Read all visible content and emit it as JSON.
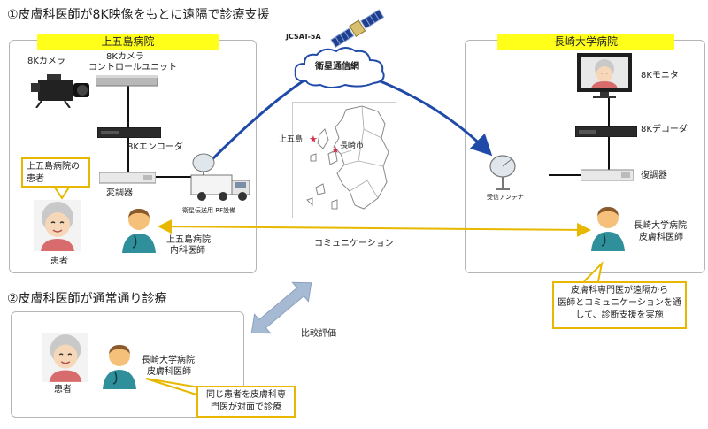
{
  "section1": {
    "title": "①皮膚科医師が8K映像をもとに遠隔で診療支援"
  },
  "section2": {
    "title": "②皮膚科医師が通常通り診療"
  },
  "left": {
    "hospital": "上五島病院",
    "camera": "8Kカメラ",
    "ccu_line1": "8Kカメラ",
    "ccu_line2": "コントロールユニット",
    "encoder": "8Kエンコーダ",
    "modulator": "変調器",
    "rf_equipment": "衛星伝送用 RF設備",
    "patient_callout_line1": "上五島病院の",
    "patient_callout_line2": "患者",
    "patient": "患者",
    "doctor_line1": "上五島病院",
    "doctor_line2": "内科医師"
  },
  "center": {
    "satellite": "JCSAT-5A",
    "network": "衛星通信網",
    "map_label1": "上五島",
    "map_label2": "長崎市",
    "communication": "コミュニケーション",
    "compare": "比較評価"
  },
  "right": {
    "hospital": "長崎大学病院",
    "monitor": "8Kモニタ",
    "decoder": "8Kデコーダ",
    "demodulator": "復調器",
    "antenna": "受信アンテナ",
    "doctor_line1": "長崎大学病院",
    "doctor_line2": "皮膚科医師",
    "callout_line1": "皮膚科専門医が遠隔から",
    "callout_line2": "医師とコミュニケーションを通",
    "callout_line3": "して、診断支援を実施"
  },
  "bottom": {
    "patient": "患者",
    "doctor_line1": "長崎大学病院",
    "doctor_line2": "皮膚科医師",
    "callout_line1": "同じ患者を皮膚科専",
    "callout_line2": "門医が対面で診療"
  },
  "colors": {
    "accent_blue": "#1f4aa8",
    "highlight_yellow": "#ffff1a",
    "callout_border": "#e8b800",
    "doctor_teal": "#2f8f9a",
    "arrow_gray": "#a7bad3"
  }
}
